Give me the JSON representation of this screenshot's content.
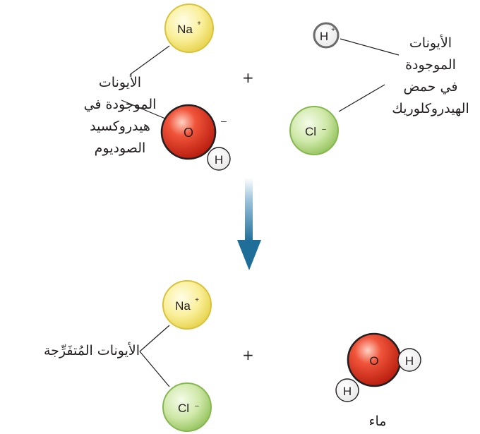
{
  "top": {
    "hcl_label": [
      "الأيونات",
      "الموجودة",
      "في حمض",
      "الهيدروكلوريك"
    ],
    "naoh_label": [
      "الأيونات",
      "الموجودة في",
      "هيدروكسيد",
      "الصوديوم"
    ],
    "plus": "+",
    "ions": {
      "na": {
        "symbol": "Na",
        "charge": "+"
      },
      "oh_o": {
        "symbol": "O",
        "charge": "–"
      },
      "oh_h": {
        "symbol": "H"
      },
      "h": {
        "symbol": "H",
        "charge": "+"
      },
      "cl": {
        "symbol": "Cl",
        "charge": "–"
      }
    }
  },
  "bottom": {
    "spectator_label": "الأيونات المُتفَرِّجة",
    "plus": "+",
    "water_label": "ماء",
    "ions": {
      "na": {
        "symbol": "Na",
        "charge": "+"
      },
      "cl": {
        "symbol": "Cl",
        "charge": "–"
      },
      "water_o": {
        "symbol": "O"
      },
      "water_h1": {
        "symbol": "H"
      },
      "water_h2": {
        "symbol": "H"
      }
    }
  },
  "colors": {
    "sodium": "#f5e87a",
    "chlorine": "#b5d98a",
    "oxygen": "#e0301e",
    "hydrogen": "#ffffff",
    "arrow": "#1f6e9a"
  }
}
